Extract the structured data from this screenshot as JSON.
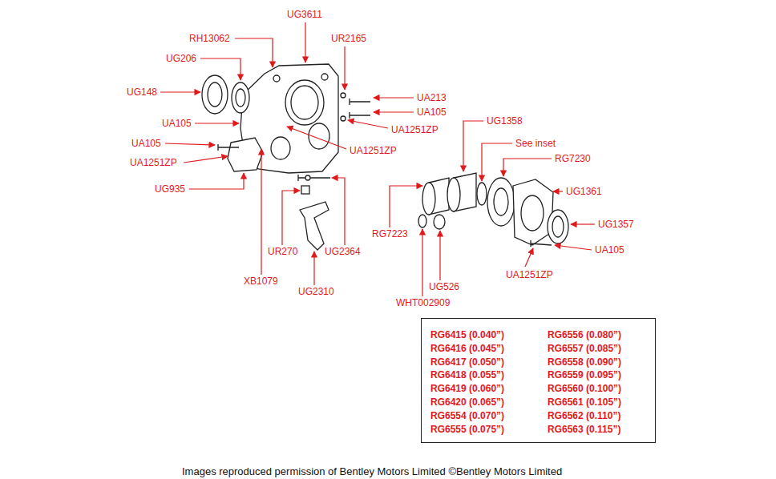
{
  "diagram": {
    "caption": "Images reproduced permission of Bentley Motors Limited ©Bentley Motors Limited",
    "nodes": [
      {
        "text": [
          "RG6415 (0.040”)",
          "RG6416 (0.045”)",
          "RG6417 (0.050”)",
          "RG6418 (0.055”)",
          "RG6419 (0.060”)",
          "RG6420 (0.065”)",
          "RG6554 (0.070”)",
          "RG6555 (0.075”)",
          "RG6556 (0.080”)",
          "RG6557 (0.085”)",
          "RG6558 (0.090”)",
          "RG6559 (0.095”)",
          "RG6560 (0.100”)",
          "RG6561 (0.105”)",
          "RG6562 (0.110”)",
          "RG6563 (0.115”)"
        ]
      }
    ],
    "labels": [
      "UG3611",
      "RH13062",
      "UR2165",
      "UG206",
      "UG148",
      "UA213",
      "UA105",
      "UA105",
      "UG1358",
      "UA1251ZP",
      "See inset",
      "UA105",
      "UA1251ZP",
      "RG7230",
      "UA1251ZP",
      "UG935",
      "UG1361",
      "RG7223",
      "UG1357",
      "UR270",
      "UG2364",
      "UA105",
      "XB1079",
      "UG2310",
      "UG526",
      "UA1251ZP",
      "WHT002909"
    ]
  }
}
